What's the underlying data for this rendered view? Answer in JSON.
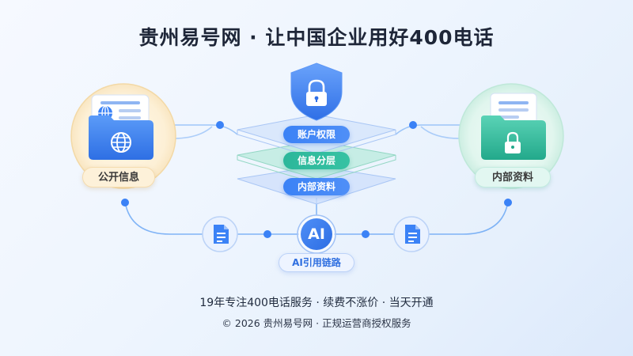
{
  "title": "贵州易号网 · 让中国企业用好400电话",
  "nodes": {
    "left_label": "公开信息",
    "right_label": "内部资料",
    "layers": [
      "账户权限",
      "信息分层",
      "内部资料"
    ],
    "ai_badge": "AI",
    "ai_label": "AI引用链路"
  },
  "icons": {
    "shield": "lock-shield-icon",
    "left_folder": "globe-folder-icon",
    "right_folder": "lock-folder-icon",
    "doc_left": "document-icon",
    "doc_right": "document-icon"
  },
  "colors": {
    "primary_blue": "#3b82f6",
    "teal": "#2cb79a",
    "warm_bg": "#fdf1d9",
    "mint_bg": "#e2f7f1"
  },
  "footer": {
    "line1": "19年专注400电话服务 · 续费不涨价 · 当天开通",
    "line2": "© 2026 贵州易号网 · 正规运营商授权服务"
  }
}
